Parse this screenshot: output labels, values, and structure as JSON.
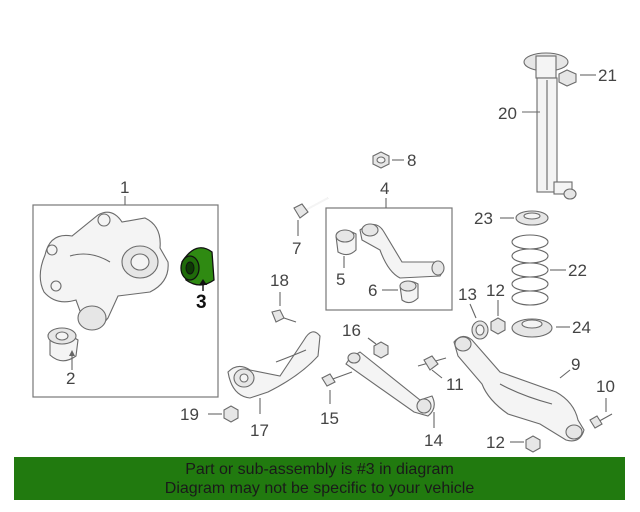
{
  "labels": {
    "l1": "1",
    "l2": "2",
    "l3": "3",
    "l4": "4",
    "l5": "5",
    "l6": "6",
    "l7": "7",
    "l8": "8",
    "l9": "9",
    "l10": "10",
    "l11": "11",
    "l12a": "12",
    "l12b": "12",
    "l13": "13",
    "l14": "14",
    "l15": "15",
    "l16": "16",
    "l17": "17",
    "l18": "18",
    "l19": "19",
    "l20": "20",
    "l21": "21",
    "l22": "22",
    "l23": "23",
    "l24": "24"
  },
  "banner": {
    "line1": "Part or sub-assembly is #3 in diagram",
    "line2": "Diagram may not be specific to your vehicle"
  },
  "highlight_color": "#2f8a12"
}
